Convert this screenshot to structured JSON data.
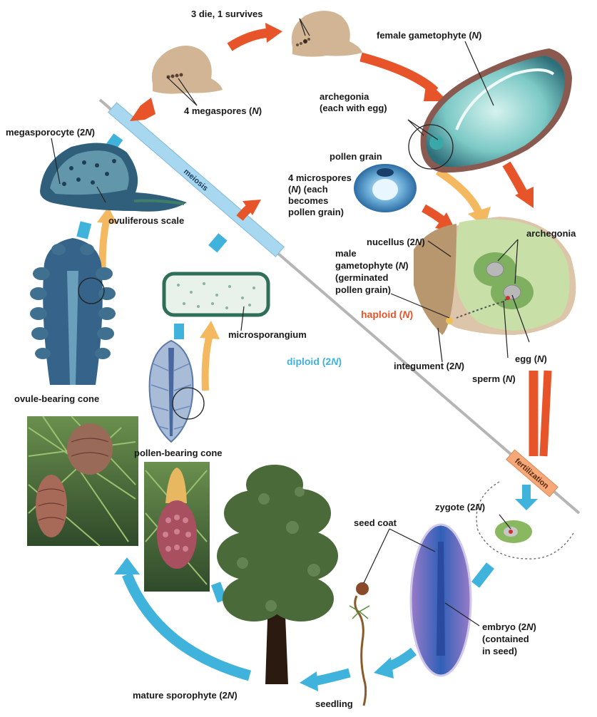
{
  "labels": {
    "three_die": "3 die, 1 survives",
    "female_gametophyte": "female gametophyte (",
    "female_gametophyte_n": "N",
    "megaspores": "4 megaspores (",
    "megaspores_n": "N",
    "archegonia_top_1": "archegonia",
    "archegonia_top_2": "(each with egg)",
    "megasporocyte": "megasporocyte (2",
    "megasporocyte_n": "N",
    "meiosis": "meiosis",
    "pollen_grain": "pollen grain",
    "microspores_1": "4 microspores",
    "microspores_2a": "(",
    "microspores_2b": "N",
    "microspores_2c": ") (each",
    "microspores_3": "becomes",
    "microspores_4": "pollen grain)",
    "ovuliferous_scale": "ovuliferous scale",
    "nucellus": "nucellus (2",
    "nucellus_n": "N",
    "archegonia_right": "archegonia",
    "male_1": "male",
    "male_2a": "gametophyte (",
    "male_2b": "N",
    "male_3": "(germinated",
    "male_4": "pollen grain)",
    "haploid": "haploid (",
    "haploid_n": "N",
    "microsporangium": "microsporangium",
    "diploid": "diploid (2",
    "diploid_n": "N",
    "integument": "integument (2",
    "integument_n": "N",
    "egg": "egg (",
    "egg_n": "N",
    "sperm": "sperm (",
    "sperm_n": "N",
    "ovule_cone": "ovule-bearing cone",
    "pollen_cone": "pollen-bearing cone",
    "fertilization": "fertilization",
    "zygote": "zygote (2",
    "zygote_n": "N",
    "seed_coat": "seed coat",
    "embryo_1a": "embryo (2",
    "embryo_1b": "N",
    "embryo_2": "(contained",
    "embryo_3": "in seed)",
    "mature_sporophyte": "mature sporophyte (2",
    "mature_sporophyte_n": "N",
    "seedling": "seedling",
    "close_paren": ")"
  },
  "colors": {
    "haploid_arrow": "#e8542a",
    "diploid_arrow": "#3fb3dc",
    "tan_arrow": "#f4b860",
    "meiosis_band": "#a8d8f0",
    "fertilization_band": "#f6a878",
    "divider": "#b5b5b5"
  }
}
